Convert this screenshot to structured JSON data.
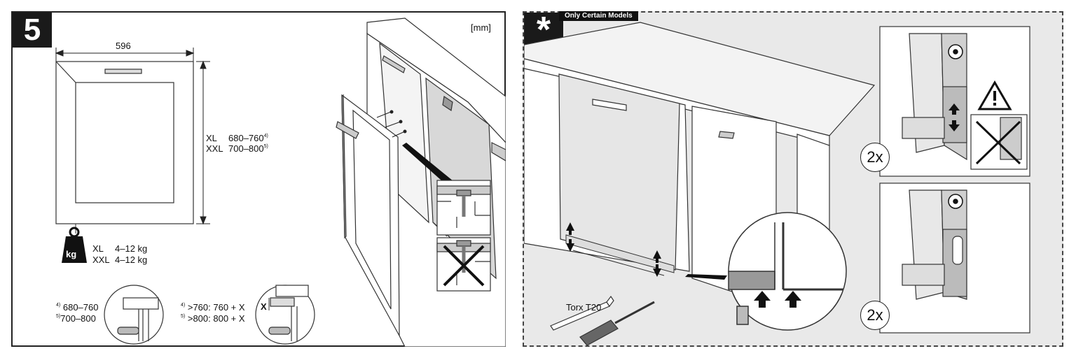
{
  "left": {
    "step_number": "5",
    "unit": "[mm]",
    "width_dim": "596",
    "height_xl_label": "XL",
    "height_xl_value": "680–760",
    "height_xl_note": "4)",
    "height_xxl_label": "XXL",
    "height_xxl_value": "700–800",
    "height_xxl_note": "5)",
    "weight_icon_text": "kg",
    "weight_xl_label": "XL",
    "weight_xl_value": "4–12 kg",
    "weight_xxl_label": "XXL",
    "weight_xxl_value": "4–12 kg",
    "detail1_note1": "4)",
    "detail1_value1": "680–760",
    "detail1_note2": "5)",
    "detail1_value2": "700–800",
    "detail2_note1": "4)",
    "detail2_value1": ">760: 760 + X",
    "detail2_note2": "5)",
    "detail2_value2": ">800: 800 + X",
    "detail2_x": "X"
  },
  "right": {
    "symbol": "*",
    "note_tag": "Only Certain Models",
    "tool_label": "Torx T20",
    "count_top": "2x",
    "count_bottom": "2x"
  },
  "icons": [
    "weight-icon",
    "screw-icon",
    "cross-icon",
    "warning-icon",
    "rotate-icon",
    "torx-key-icon",
    "screwdriver-icon",
    "arrow-up-icon",
    "arrow-down-icon"
  ]
}
